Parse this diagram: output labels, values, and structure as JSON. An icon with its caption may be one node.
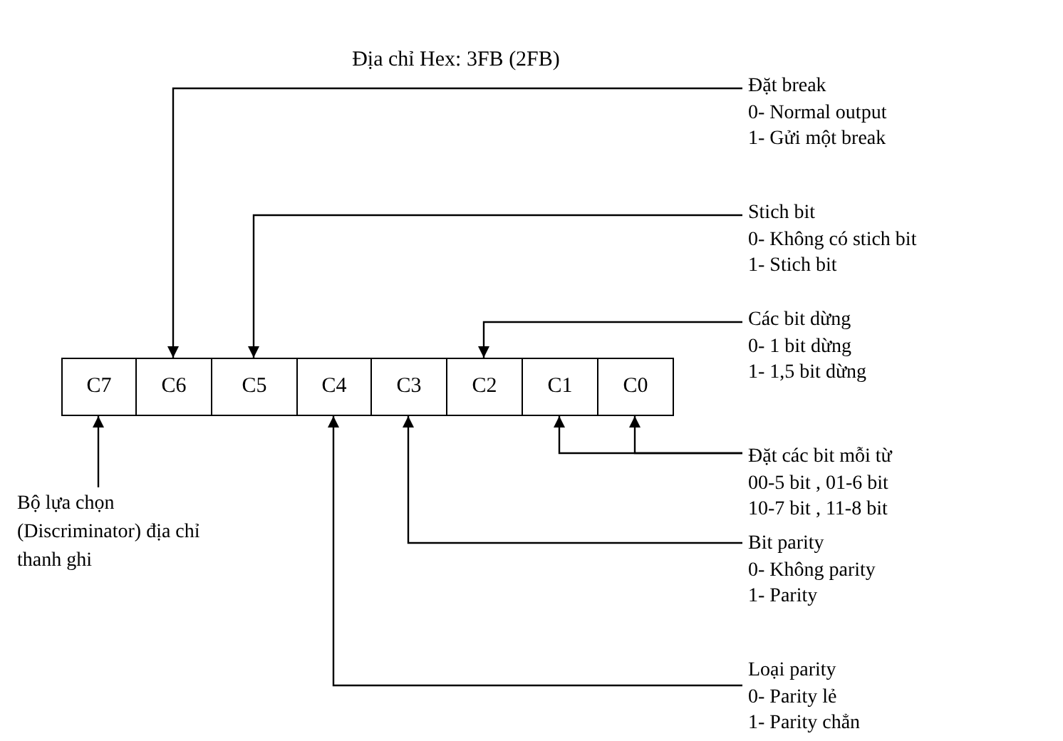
{
  "diagram": {
    "title": "Địa chỉ Hex: 3FB (2FB)",
    "nodes": [
      {
        "text": [
          "C7"
        ]
      },
      {
        "text": [
          "C6"
        ]
      },
      {
        "text": [
          "C5"
        ]
      },
      {
        "text": [
          "C4"
        ]
      },
      {
        "text": [
          "C3"
        ]
      },
      {
        "text": [
          "C2"
        ]
      },
      {
        "text": [
          "C1"
        ]
      },
      {
        "text": [
          "C0"
        ]
      },
      {
        "text": [
          "Đặt break",
          "0- Normal output",
          "1- Gửi một break"
        ]
      },
      {
        "text": [
          "Stich bit",
          "0- Không có stich bit",
          "1- Stich bit"
        ]
      },
      {
        "text": [
          "Các bit dừng",
          "0- 1 bit dừng",
          "1- 1,5 bit dừng"
        ]
      },
      {
        "text": [
          "Đặt các bit mỗi từ",
          "00-5 bit , 01-6 bit",
          "10-7 bit , 11-8 bit"
        ]
      },
      {
        "text": [
          "Bit parity",
          "0- Không parity",
          "1- Parity"
        ]
      },
      {
        "text": [
          "Loại parity",
          "0-  Parity lẻ",
          "1- Parity chẳn"
        ]
      },
      {
        "text": [
          "Bộ lựa chọn (Discriminator) địa chỉ thanh ghi"
        ]
      }
    ],
    "edges": [
      {
        "from": 8,
        "to": 1,
        "arrow": "to"
      },
      {
        "from": 9,
        "to": 2,
        "arrow": "to"
      },
      {
        "from": 10,
        "to": 5,
        "arrow": "to"
      },
      {
        "from": 11,
        "to": 6,
        "arrow": "to"
      },
      {
        "from": 11,
        "to": 7,
        "arrow": "to"
      },
      {
        "from": 12,
        "to": 4,
        "arrow": "to"
      },
      {
        "from": 13,
        "to": 3,
        "arrow": "to"
      },
      {
        "from": 14,
        "to": 0,
        "arrow": "to"
      }
    ]
  }
}
